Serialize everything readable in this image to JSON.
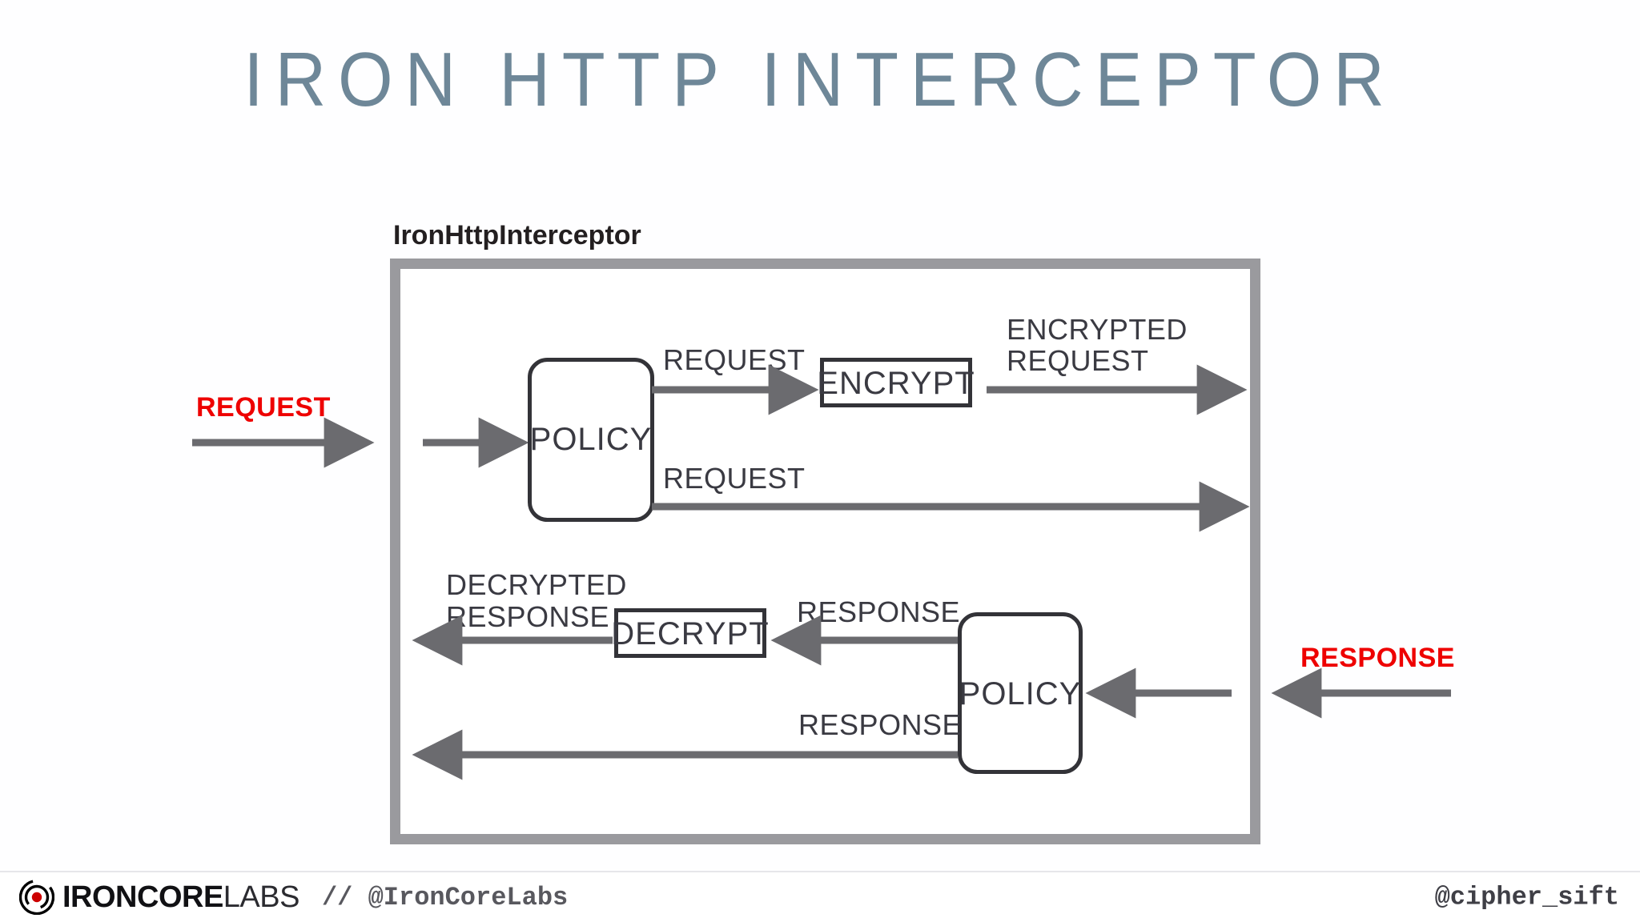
{
  "slide": {
    "title": "IRON HTTP INTERCEPTOR",
    "title_color": "#6e8798",
    "background": "#ffffff"
  },
  "diagram": {
    "caption": "IronHttpInterceptor",
    "container_border_color": "#9a9a9e",
    "arrow_color": "#6b6b6f",
    "box_border_color": "#333338",
    "boxes": [
      {
        "id": "policy-top",
        "label": "POLICY",
        "shape": "rounded-rect"
      },
      {
        "id": "encrypt",
        "label": "ENCRYPT",
        "shape": "rect"
      },
      {
        "id": "decrypt",
        "label": "DECRYPT",
        "shape": "rect"
      },
      {
        "id": "policy-bottom",
        "label": "POLICY",
        "shape": "rounded-rect"
      }
    ],
    "entry_labels": [
      {
        "id": "entry-request",
        "text": "REQUEST",
        "color": "#ee0000"
      },
      {
        "id": "entry-response",
        "text": "RESPONSE",
        "color": "#ee0000"
      }
    ],
    "flow_labels": [
      {
        "id": "flow-request-encrypt",
        "text": "REQUEST"
      },
      {
        "id": "flow-encrypted-request-line1",
        "text": "ENCRYPTED"
      },
      {
        "id": "flow-encrypted-request-line2",
        "text": "REQUEST"
      },
      {
        "id": "flow-request-passthrough",
        "text": "REQUEST"
      },
      {
        "id": "flow-decrypted-response-line1",
        "text": "DECRYPTED"
      },
      {
        "id": "flow-decrypted-response-line2",
        "text": "RESPONSE"
      },
      {
        "id": "flow-response-decrypt",
        "text": "RESPONSE"
      },
      {
        "id": "flow-response-passthrough",
        "text": "RESPONSE"
      }
    ]
  },
  "footer": {
    "brand_bold": "IRONCORE",
    "brand_light": "LABS",
    "handle_left": "// @IronCoreLabs",
    "handle_right": "@cipher_sift",
    "logo_dot_color": "#cc0000",
    "logo_ring_color": "#000000"
  }
}
